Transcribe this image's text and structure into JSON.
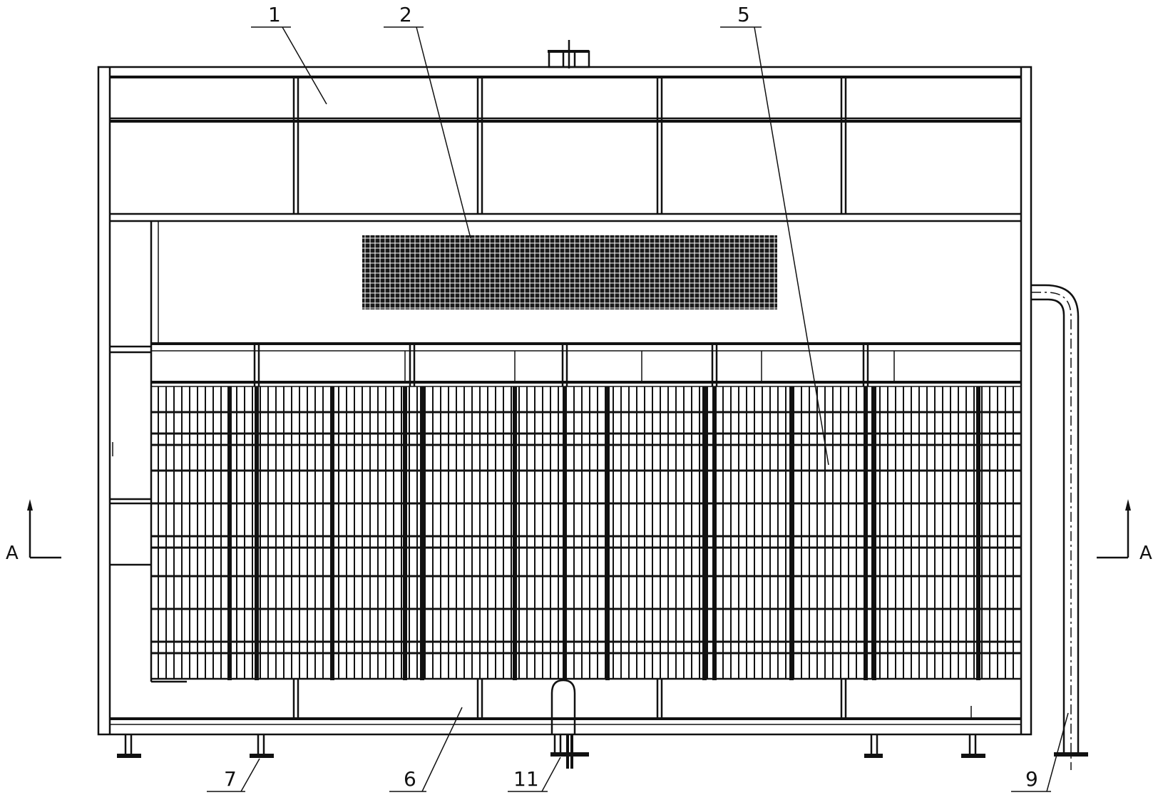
{
  "labels": {
    "l1": "1",
    "l2": "2",
    "l5": "5",
    "l6": "6",
    "l7": "7",
    "l9": "9",
    "l11": "11"
  },
  "section": {
    "left": "A",
    "right": "A"
  }
}
